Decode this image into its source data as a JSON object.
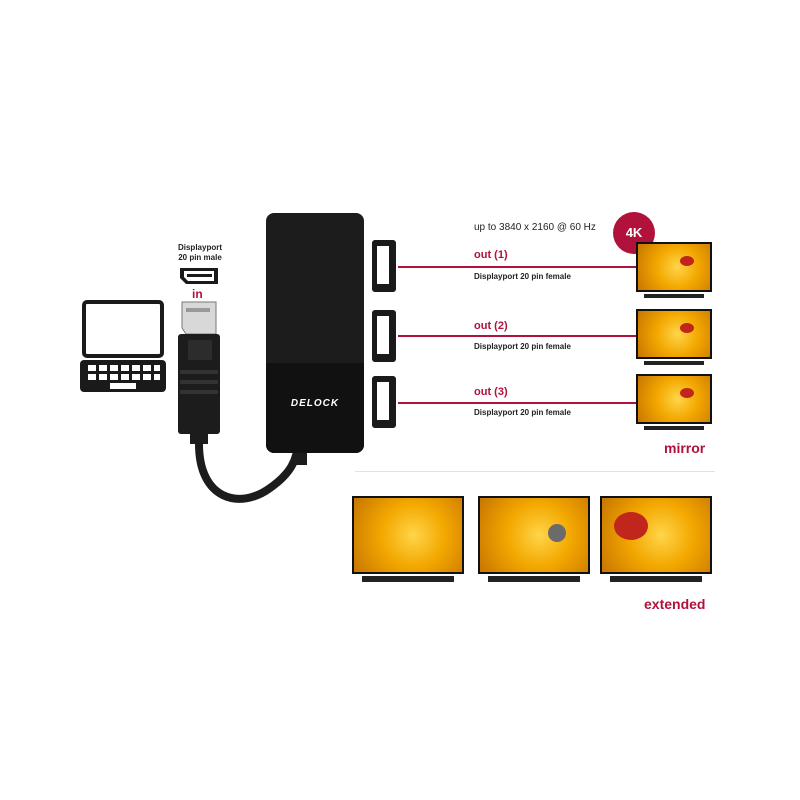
{
  "brand": {
    "logo_text": "DELOCK"
  },
  "input": {
    "port_label_line1": "Displayport",
    "port_label_line2": "20 pin male",
    "direction": "in"
  },
  "resolution": {
    "text": "up to 3840 x 2160 @ 60 Hz",
    "badge": "4K"
  },
  "outputs": [
    {
      "title": "out (1)",
      "desc": "Displayport 20 pin female"
    },
    {
      "title": "out (2)",
      "desc": "Displayport 20 pin female"
    },
    {
      "title": "out (3)",
      "desc": "Displayport 20 pin female"
    }
  ],
  "modes": {
    "mirror": "mirror",
    "extended": "extended"
  },
  "colors": {
    "accent": "#b0123c",
    "device": "#1c1c1c",
    "screen": "#f3a800"
  },
  "icons": [
    "laptop-icon",
    "displayport-icon",
    "ladybug-image"
  ]
}
